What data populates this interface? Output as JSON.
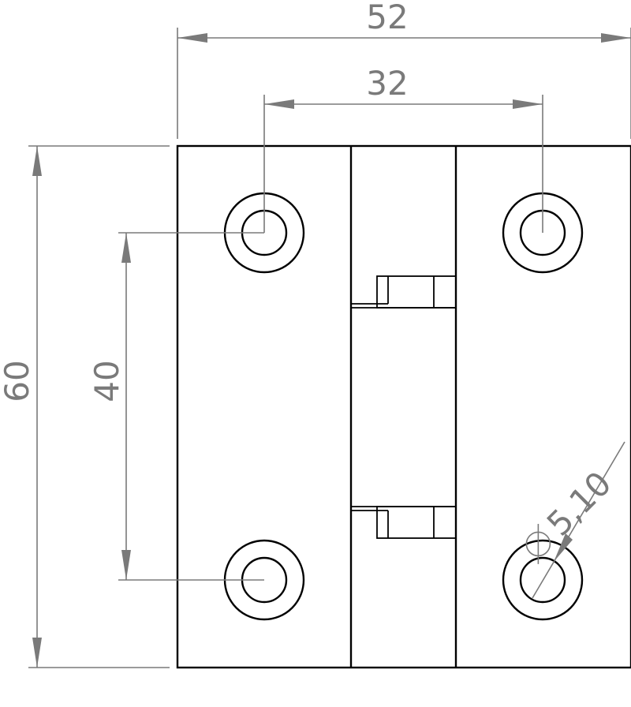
{
  "dimensions": {
    "overall_width": "52",
    "hole_spacing_horizontal": "32",
    "overall_height": "60",
    "hole_spacing_vertical": "40",
    "hole_diameter_symbol": "⌀",
    "hole_diameter": "5,10"
  },
  "colors": {
    "part_outline": "#000000",
    "dimension_lines": "#7a7a7a",
    "background": "#ffffff"
  }
}
